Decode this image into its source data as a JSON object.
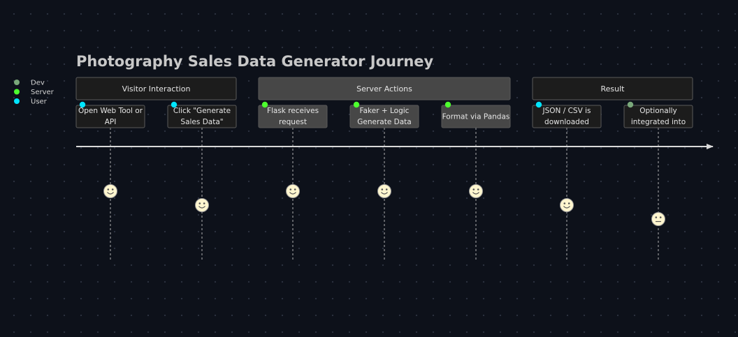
{
  "title": "Photography Sales Data Generator Journey",
  "legend": [
    {
      "name": "Dev",
      "color": "#7aa87a"
    },
    {
      "name": "Server",
      "color": "#4dff2e"
    },
    {
      "name": "User",
      "color": "#00e5ff"
    }
  ],
  "sections": [
    {
      "label": "Visitor Interaction",
      "fill": "#1c1c1c"
    },
    {
      "label": "Server Actions",
      "fill": "#474747"
    },
    {
      "label": "Result",
      "fill": "#1c1c1c"
    }
  ],
  "tasks": [
    {
      "lines": [
        "Open Web Tool or",
        "API"
      ],
      "actor_color": "#00e5ff",
      "score": 5,
      "face": "happy",
      "fill": "#1c1c1c"
    },
    {
      "lines": [
        "Click \"Generate",
        "Sales Data\""
      ],
      "actor_color": "#00e5ff",
      "score": 4,
      "face": "happy",
      "fill": "#1c1c1c"
    },
    {
      "lines": [
        "Flask receives",
        "request"
      ],
      "actor_color": "#4dff2e",
      "score": 5,
      "face": "happy",
      "fill": "#474747"
    },
    {
      "lines": [
        "Faker + Logic",
        "Generate Data"
      ],
      "actor_color": "#4dff2e",
      "score": 5,
      "face": "happy",
      "fill": "#474747"
    },
    {
      "lines": [
        "Format via Pandas"
      ],
      "actor_color": "#4dff2e",
      "score": 5,
      "face": "happy",
      "fill": "#474747"
    },
    {
      "lines": [
        "JSON / CSV is",
        "downloaded"
      ],
      "actor_color": "#00e5ff",
      "score": 4,
      "face": "happy",
      "fill": "#1c1c1c"
    },
    {
      "lines": [
        "Optionally",
        "integrated into"
      ],
      "actor_color": "#7aa87a",
      "score": 3,
      "face": "neutral",
      "fill": "#1c1c1c"
    }
  ]
}
